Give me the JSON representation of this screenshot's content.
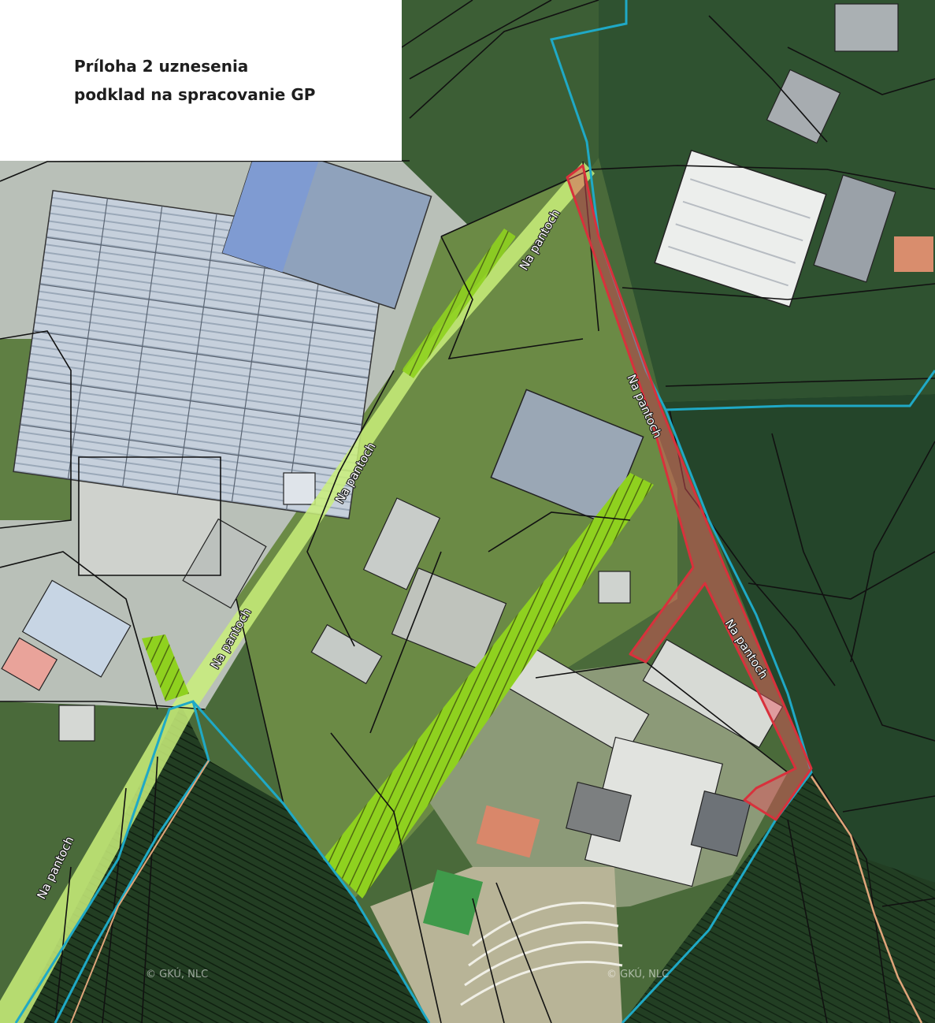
{
  "note": {
    "line1": "Príloha 2 uznesenia",
    "line2": "podklad na spracovanie GP"
  },
  "street_labels": [
    "Na pantoch",
    "Na pantoch",
    "Na pantoch",
    "Na pantoch",
    "Na pantoch",
    "Na pantoch"
  ],
  "watermarks": [
    "© GKÚ, NLC",
    "© GKÚ, NLC"
  ],
  "colors": {
    "parcel_line": "#111111",
    "district_boundary": "#1fa9c6",
    "highlighted_area": "#e8505a",
    "hatched_strip": "#a6e22e",
    "road_strip": "#c9ef7a",
    "property_line_orange": "#e0a57a"
  }
}
